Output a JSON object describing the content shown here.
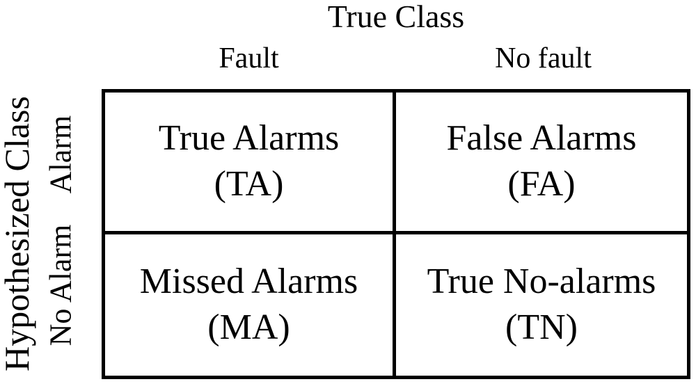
{
  "matrix": {
    "true_class_label": "True Class",
    "hypothesized_class_label": "Hypothesized Class",
    "col_headers": [
      "Fault",
      "No fault"
    ],
    "row_headers": [
      "Alarm",
      "No Alarm"
    ],
    "cells": [
      {
        "line1": "True Alarms",
        "line2": "(TA)"
      },
      {
        "line1": "False Alarms",
        "line2": "(FA)"
      },
      {
        "line1": "Missed Alarms",
        "line2": "(MA)"
      },
      {
        "line1": "True No-alarms",
        "line2": "(TN)"
      }
    ],
    "colors": {
      "text": "#000000",
      "border": "#000000",
      "background": "#ffffff"
    }
  }
}
